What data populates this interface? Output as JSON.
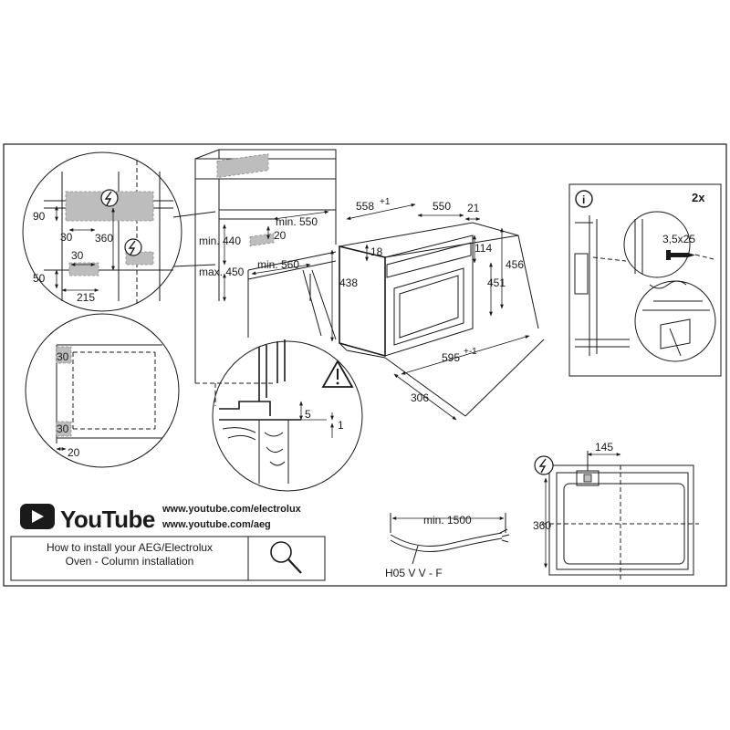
{
  "colors": {
    "line": "#1a1a1a",
    "zone": "#bdbdbd",
    "youtube_red": "#e00000"
  },
  "icons": [
    "electric-hazard-icon",
    "warning-triangle-icon",
    "info-icon",
    "screw-icon",
    "youtube-play-icon",
    "magnifier-icon"
  ],
  "cabinet_detail": {
    "d90": "90",
    "d30a": "30",
    "d360": "360",
    "d30b": "30",
    "d50": "50",
    "d215": "215"
  },
  "column_unit": {
    "min440": "min. 440",
    "d20": "20",
    "min550": "min. 550",
    "max450": "max. 450",
    "min560": "min. 560"
  },
  "oven_dims": {
    "w558": "558",
    "w558_tol": "+1",
    "w550": "550",
    "w21": "21",
    "d18": "18",
    "h114": "114",
    "h456": "456",
    "h438": "438",
    "h451": "451",
    "d595": "595",
    "d595_tol": "+-1",
    "d306": "306"
  },
  "side_detail": {
    "d30top": "30",
    "d30bottom": "30",
    "d20": "20"
  },
  "gap_detail": {
    "d5": "5",
    "d1": "1"
  },
  "screw_panel": {
    "count": "2x",
    "info": "i",
    "screw": "3,5x25"
  },
  "youtube": {
    "brand": "YouTube",
    "url1": "www.youtube.com/electrolux",
    "url2": "www.youtube.com/aeg",
    "search_line1": "How to install your AEG/Electrolux",
    "search_line2": "Oven - Column installation"
  },
  "cable": {
    "min_length": "min. 1500",
    "type": "H05 V V - F"
  },
  "socket_detail": {
    "d145": "145",
    "d360": "360"
  }
}
